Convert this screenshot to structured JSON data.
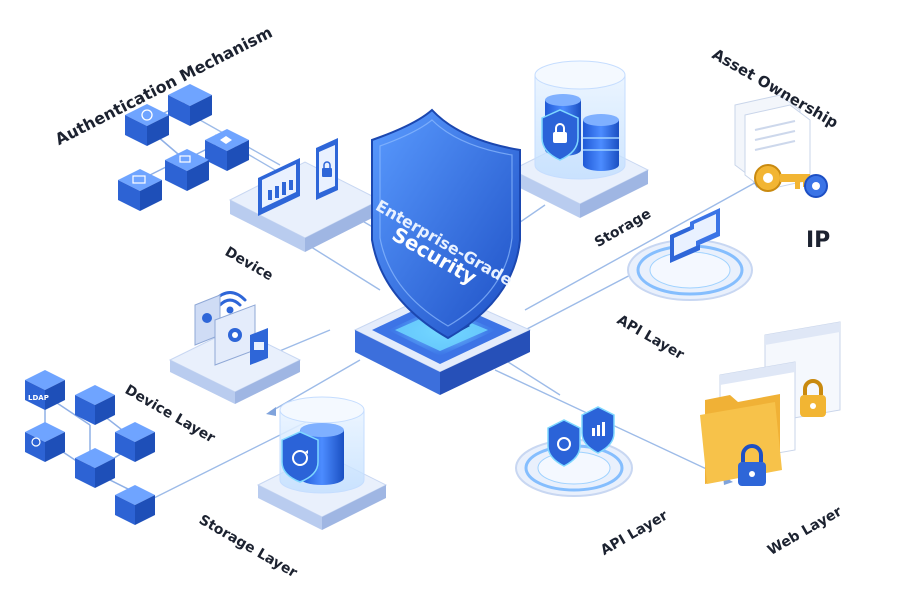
{
  "shield": {
    "line1": "Enterprise-Grade",
    "line2": "Security"
  },
  "labels": {
    "authentication_mechanism": "Authentication Mechanism",
    "device": "Device",
    "storage": "Storage",
    "asset_ownership": "Asset Ownership",
    "ip": "IP",
    "api_layer_right": "API Layer",
    "device_layer": "Device Layer",
    "storage_layer": "Storage Layer",
    "api_layer_bottom": "API Layer",
    "web_layer": "Web Layer"
  },
  "node_text": {
    "ldap": "LDAP"
  },
  "colors": {
    "primary_blue": "#2f6ee6",
    "deep_blue": "#1a4fc2",
    "light_blue": "#9cc2ff",
    "platform": "#e9f0fc",
    "platform_side": "#b9ccef",
    "glow": "#7fd8ff",
    "folder_yellow": "#f7c24a",
    "key_gold": "#f2b533",
    "text_dark": "#1c2230"
  }
}
